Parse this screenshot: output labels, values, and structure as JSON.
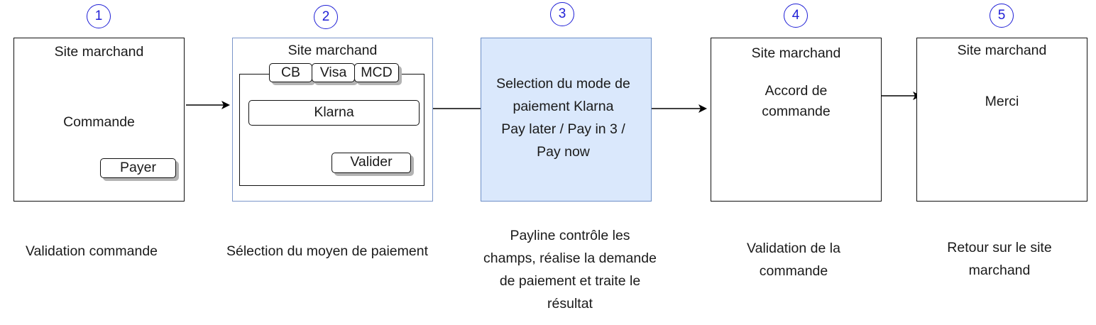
{
  "steps": [
    {
      "number": "1",
      "header": "Site marchand",
      "body": "Commande",
      "button": "Payer",
      "caption": "Validation commande"
    },
    {
      "number": "2",
      "header": "Site marchand",
      "tabs": [
        "CB",
        "Visa",
        "MCD"
      ],
      "option": "Klarna",
      "button": "Valider",
      "caption": "Sélection du moyen de paiement"
    },
    {
      "number": "3",
      "body_lines": [
        "Selection du mode de",
        "paiement Klarna",
        "Pay later / Pay in 3 /",
        "Pay now"
      ],
      "caption_lines": [
        "Payline contrôle les",
        "champs, réalise la demande",
        "de paiement et traite le",
        "résultat"
      ]
    },
    {
      "number": "4",
      "header": "Site marchand",
      "body_lines": [
        "Accord de",
        "commande"
      ],
      "caption_lines": [
        "Validation de la",
        "commande"
      ]
    },
    {
      "number": "5",
      "header": "Site marchand",
      "body": "Merci",
      "caption_lines": [
        "Retour sur le site",
        "marchand"
      ]
    }
  ],
  "colors": {
    "step_number": "#1f1fd6",
    "highlight_fill": "#dae8fc",
    "highlight_border": "#6d8fc7"
  }
}
